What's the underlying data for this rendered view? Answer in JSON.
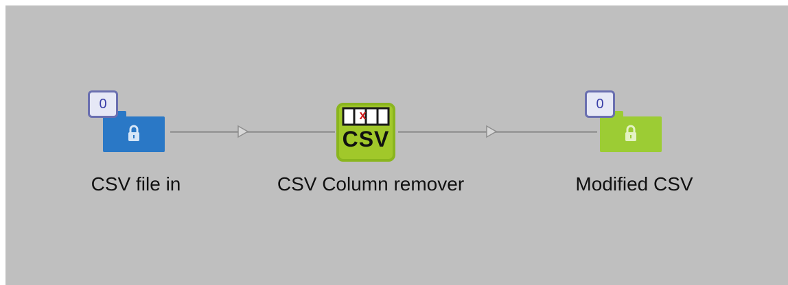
{
  "nodes": {
    "input": {
      "label": "CSV file in",
      "badge": "0",
      "color": "#2a78c6"
    },
    "processor": {
      "label": "CSV Column remover",
      "icon_text": "CSV",
      "cell_mark": "X",
      "color": "#a1c82a"
    },
    "output": {
      "label": "Modified CSV",
      "badge": "0",
      "color": "#9ccc34"
    }
  },
  "connection_color": "#9a9a9a",
  "canvas_background": "#bfbfbf"
}
